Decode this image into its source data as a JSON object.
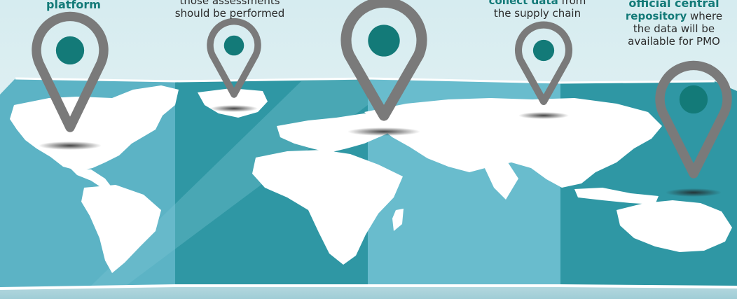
{
  "captions": [
    {
      "id": "cap1",
      "lines": [
        {
          "parts": [
            {
              "text": "platform",
              "bold": true
            }
          ]
        }
      ]
    },
    {
      "id": "cap2",
      "lines": [
        {
          "parts": [
            {
              "text": "those assessments",
              "bold": false
            }
          ]
        },
        {
          "parts": [
            {
              "text": "should be performed",
              "bold": false
            }
          ]
        }
      ]
    },
    {
      "id": "cap3",
      "lines": [
        {
          "parts": [
            {
              "text": "collect data",
              "bold": true
            },
            {
              "text": " from",
              "bold": false
            }
          ]
        },
        {
          "parts": [
            {
              "text": "the supply chain",
              "bold": false
            }
          ]
        }
      ]
    },
    {
      "id": "cap4",
      "lines": [
        {
          "parts": [
            {
              "text": "official central",
              "bold": true
            }
          ]
        },
        {
          "parts": [
            {
              "text": "repository",
              "bold": true
            },
            {
              "text": " where",
              "bold": false
            }
          ]
        },
        {
          "parts": [
            {
              "text": "the data will be",
              "bold": false
            }
          ]
        },
        {
          "parts": [
            {
              "text": "available for PMO",
              "bold": false
            }
          ]
        }
      ]
    }
  ],
  "colors": {
    "map_light": "#6fbfd0",
    "map_dark": "#3199a6",
    "land": "#ffffff",
    "pin_outline": "#7a7a7a",
    "pin_dot": "#137a78",
    "caption_bold": "#137a78",
    "caption_text": "#2b2b2b"
  },
  "pin_icon": "map-pin-icon"
}
